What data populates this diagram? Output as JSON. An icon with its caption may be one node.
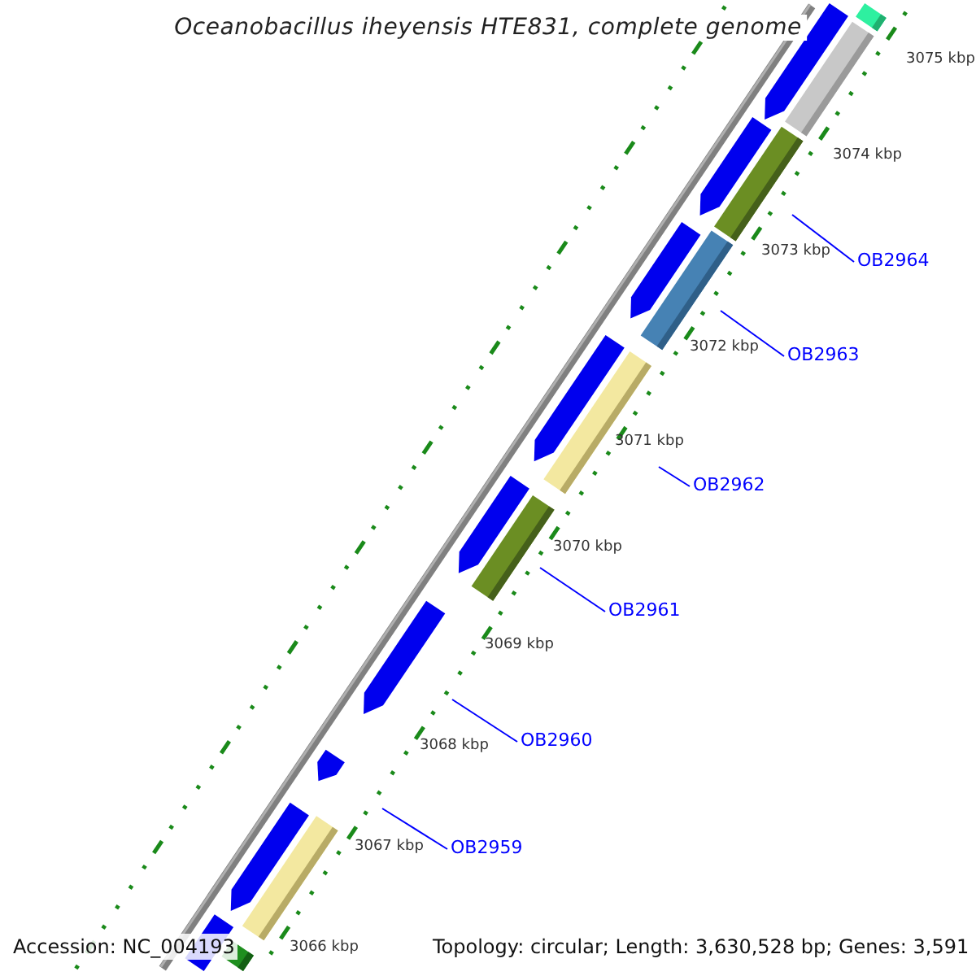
{
  "diagram": {
    "title": "Oceanobacillus iheyensis HTE831, complete genome",
    "nodes": [
      {
        "text": [
          "OB2964"
        ]
      },
      {
        "text": [
          "OB2963"
        ]
      },
      {
        "text": [
          "OB2962"
        ]
      },
      {
        "text": [
          "OB2961"
        ]
      },
      {
        "text": [
          "OB2960"
        ]
      },
      {
        "text": [
          "OB2959"
        ]
      }
    ],
    "edges": [
      {
        "from": 0,
        "to": null,
        "arrow": "none"
      },
      {
        "from": 1,
        "to": null,
        "arrow": "none"
      },
      {
        "from": 2,
        "to": null,
        "arrow": "none"
      },
      {
        "from": 3,
        "to": null,
        "arrow": "none"
      },
      {
        "from": 4,
        "to": null,
        "arrow": "none"
      },
      {
        "from": 5,
        "to": null,
        "arrow": "none"
      }
    ],
    "labels": [
      "3075 kbp",
      "3074 kbp",
      "3073 kbp",
      "3072 kbp",
      "3071 kbp",
      "3070 kbp",
      "3069 kbp",
      "3068 kbp",
      "3067 kbp",
      "3066 kbp",
      "Accession: NC_004193",
      "Topology: circular; Length: 3,630,528 bp; Genes: 3,591"
    ]
  }
}
